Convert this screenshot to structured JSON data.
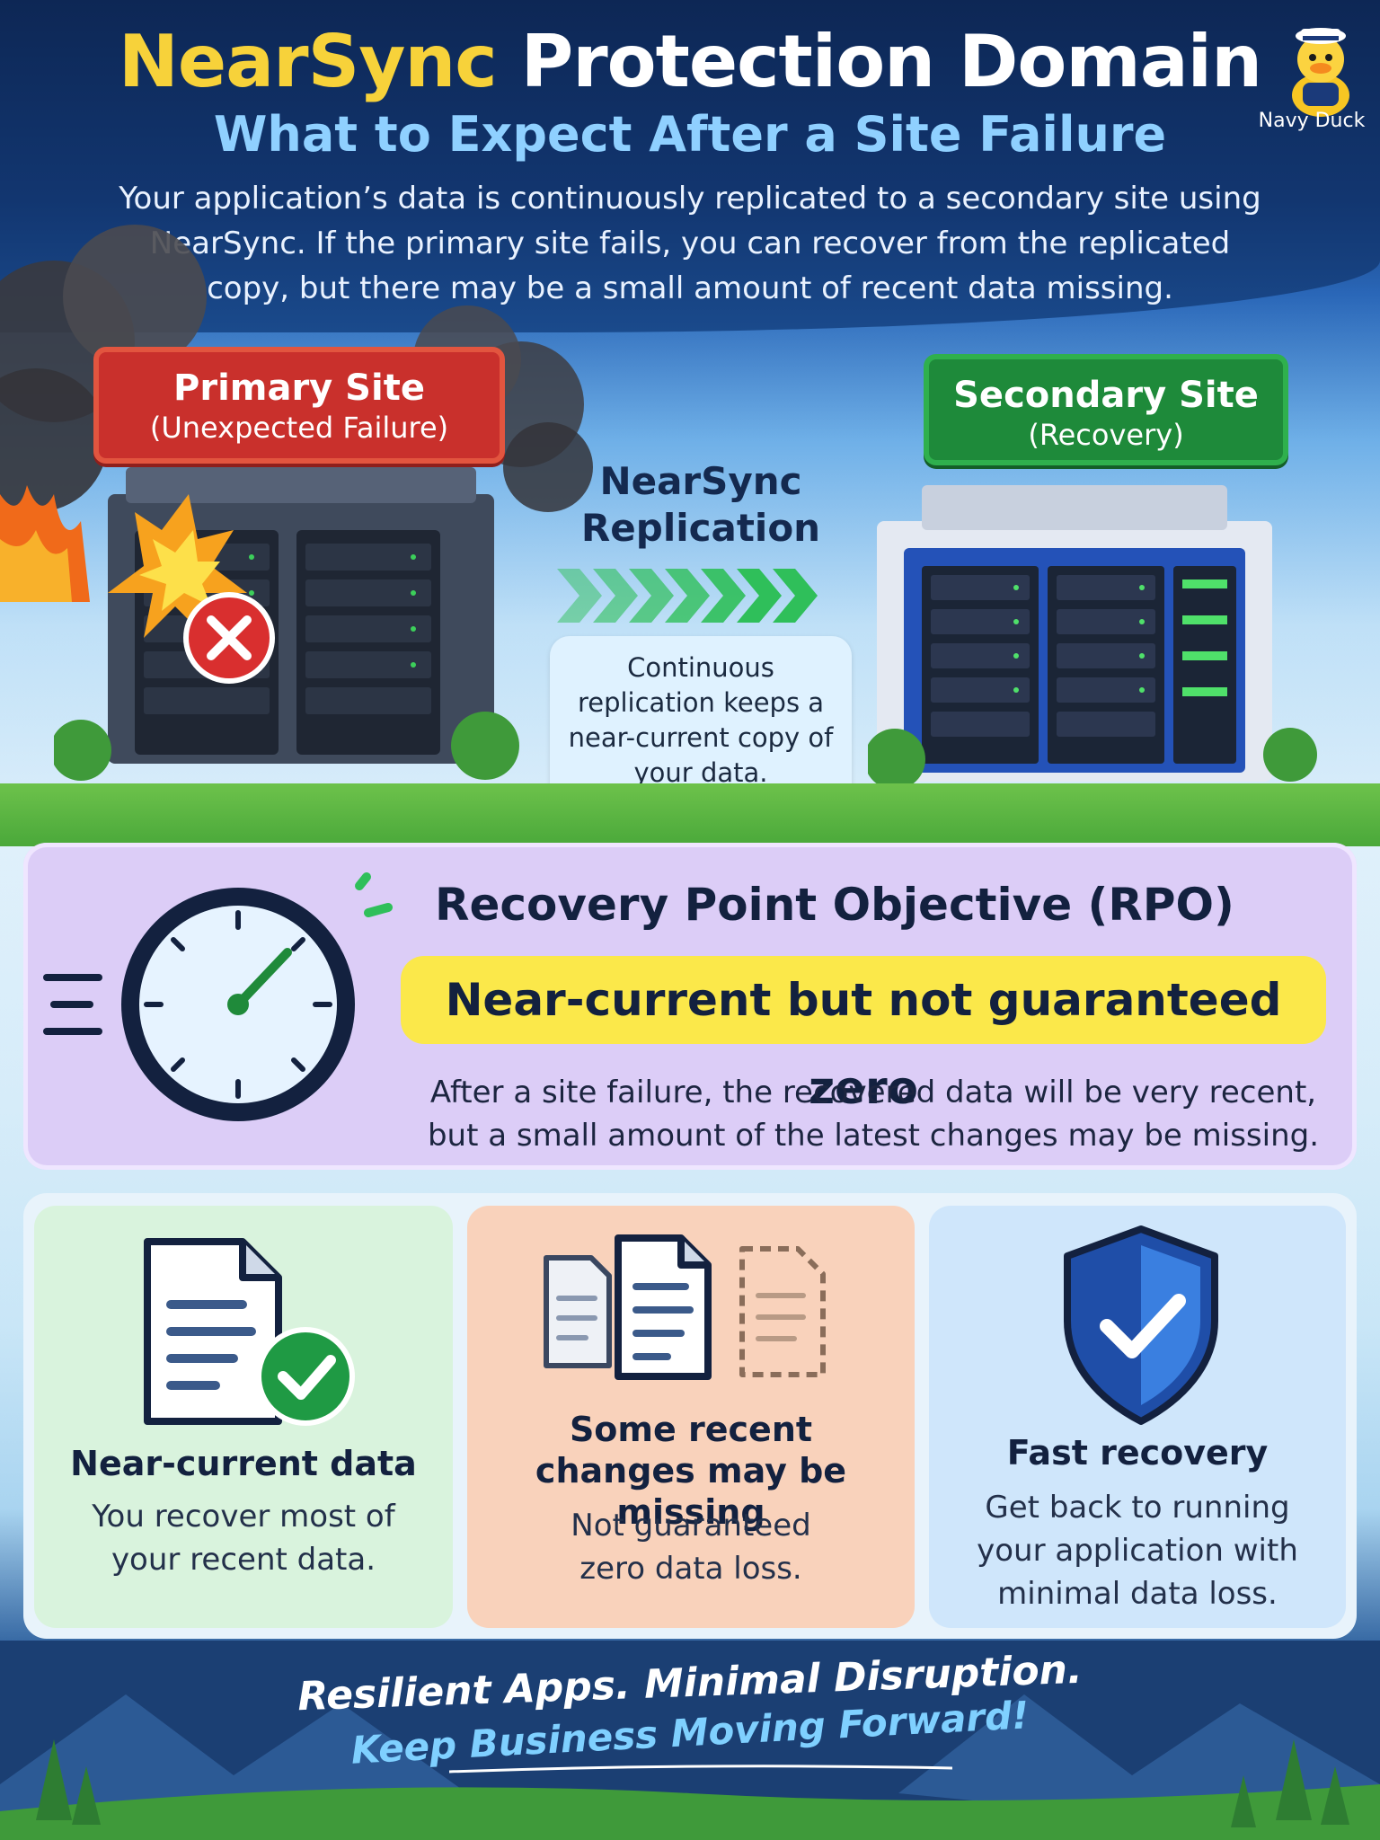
{
  "header": {
    "title_highlight": "NearSync",
    "title_rest": " Protection Domain",
    "subtitle": "What to Expect After a Site Failure",
    "intro": "Your application’s data is continuously replicated to a secondary site using NearSync. If the primary site fails, you can recover from the replicated copy, but there may be a small amount of recent data missing."
  },
  "mascot": {
    "label": "Navy Duck",
    "icon": "duck-sailor-icon"
  },
  "primary_site": {
    "title": "Primary Site",
    "subtitle": "(Unexpected Failure)",
    "status_icon": "error-x-icon",
    "color": "#c9302c"
  },
  "secondary_site": {
    "title": "Secondary Site",
    "subtitle": "(Recovery)",
    "color": "#1e8a3a"
  },
  "replication": {
    "title": "NearSync Replication",
    "note": "Continuous replication keeps a near-current copy of your data."
  },
  "rpo": {
    "title": "Recovery Point Objective (RPO)",
    "highlight": "Near-current but not guaranteed zero",
    "description": "After a site failure, the recovered data will be very recent, but a small amount of the latest changes may be missing."
  },
  "cards": [
    {
      "icon": "document-check-icon",
      "title": "Near-current data",
      "description": "You recover most of your recent data."
    },
    {
      "icon": "documents-missing-icon",
      "title": "Some recent changes may be missing",
      "description": "Not guaranteed zero data loss."
    },
    {
      "icon": "shield-check-icon",
      "title": "Fast recovery",
      "description": "Get back to running your application with minimal data loss."
    }
  ],
  "footer": {
    "tagline_1": "Resilient Apps. Minimal Disruption.",
    "tagline_2": "Keep Business Moving Forward!"
  },
  "colors": {
    "accent_yellow": "#f7d23a",
    "rpo_panel": "#dccdf7",
    "highlight": "#fbe84a"
  }
}
